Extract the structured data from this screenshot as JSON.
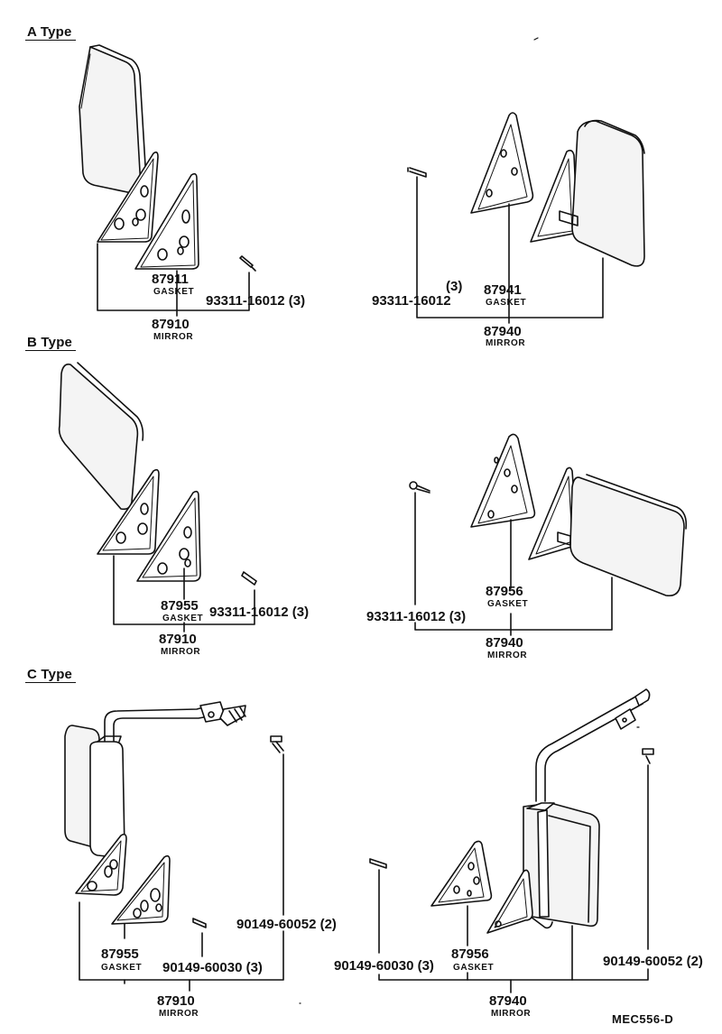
{
  "sections": {
    "a": "A Type",
    "b": "B Type",
    "c": "C Type"
  },
  "a": {
    "left": {
      "gasket_pn": "87911",
      "gasket_nm": "GASKET",
      "screw": "93311-16012 (3)",
      "mirror_pn": "87910",
      "mirror_nm": "MIRROR"
    },
    "right": {
      "qty": "(3)",
      "screw": "93311-16012",
      "gasket_pn": "87941",
      "gasket_nm": "GASKET",
      "mirror_pn": "87940",
      "mirror_nm": "MIRROR"
    }
  },
  "b": {
    "left": {
      "gasket_pn": "87955",
      "gasket_nm": "GASKET",
      "screw": "93311-16012 (3)",
      "mirror_pn": "87910",
      "mirror_nm": "MIRROR"
    },
    "right": {
      "screw": "93311-16012 (3)",
      "gasket_pn": "87956",
      "gasket_nm": "GASKET",
      "mirror_pn": "87940",
      "mirror_nm": "MIRROR"
    }
  },
  "c": {
    "left": {
      "screw_top": "90149-60052 (2)",
      "gasket_pn": "87955",
      "gasket_nm": "GASKET",
      "screw_bot": "90149-60030 (3)",
      "mirror_pn": "87910",
      "mirror_nm": "MIRROR"
    },
    "right": {
      "screw_bot": "90149-60030 (3)",
      "gasket_pn": "87956",
      "gasket_nm": "GASKET",
      "screw_top": "90149-60052 (2)",
      "mirror_pn": "87940",
      "mirror_nm": "MIRROR"
    }
  },
  "code": "MEC556-D"
}
